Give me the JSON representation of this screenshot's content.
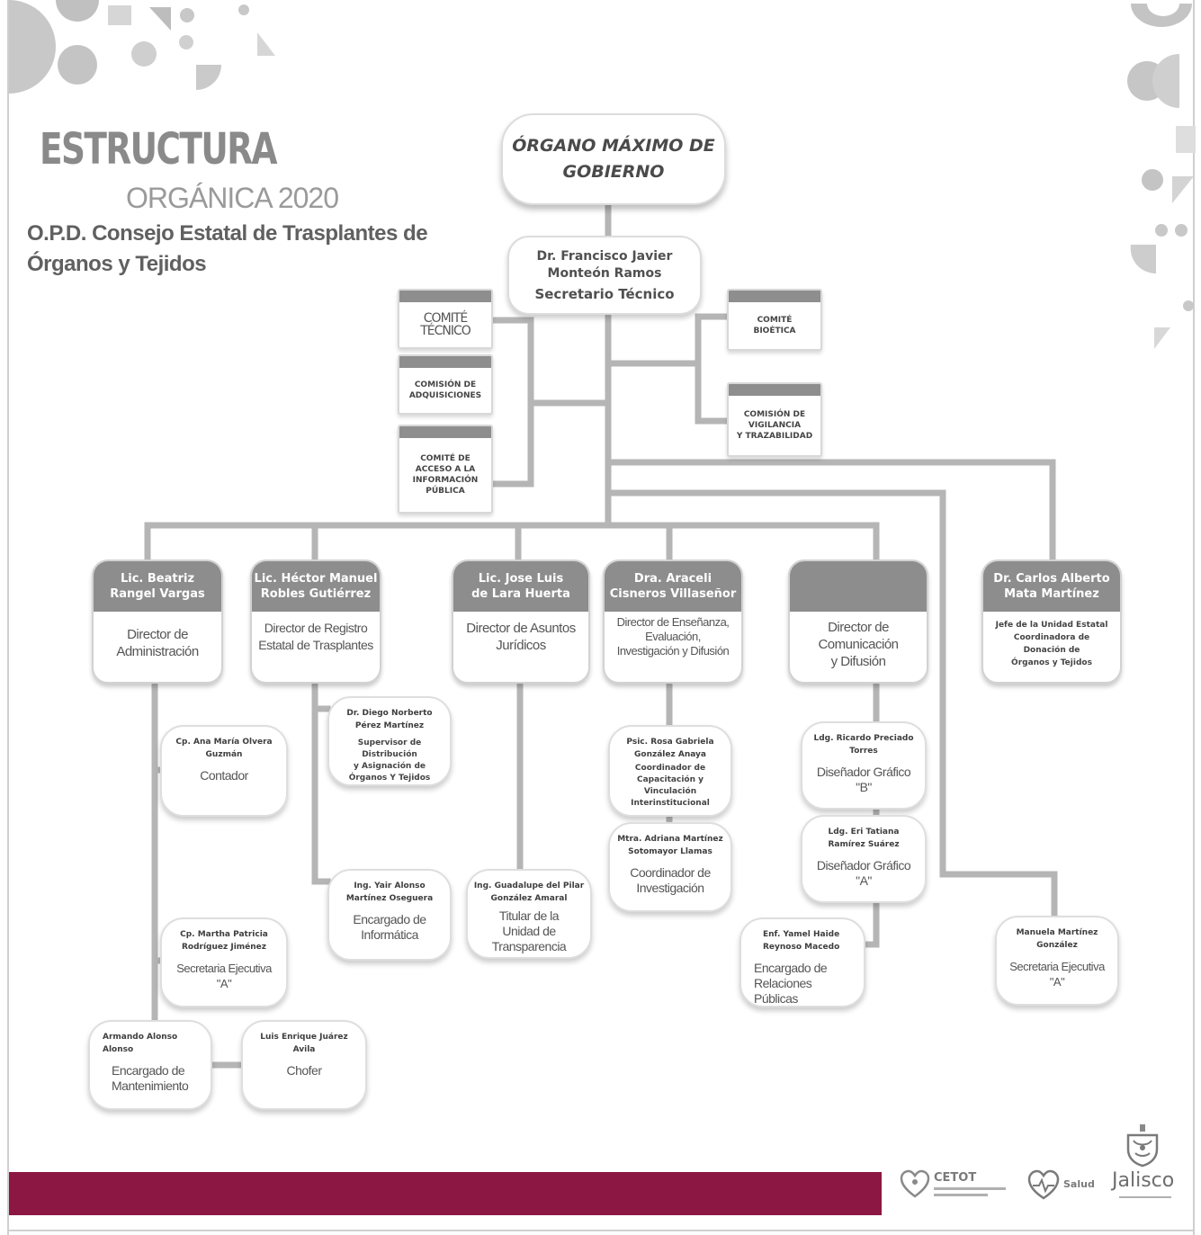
{
  "header": {
    "title_main": "ESTRUCTURA",
    "title_sub": "ORGÁNICA 2020",
    "organization_line1": "O.P.D. Consejo Estatal de Trasplantes de",
    "organization_line2": "Órganos y Tejidos"
  },
  "top": {
    "organo_maximo": "ÓRGANO MÁXIMO DE\nGOBIERNO"
  },
  "secretario": {
    "name": "Dr. Francisco Javier\nMonteón Ramos",
    "role": "Secretario Técnico"
  },
  "committees_left": [
    {
      "label": "COMITÉ\nTÉCNICO"
    },
    {
      "label": "COMISIÓN DE\nADQUISICIONES"
    },
    {
      "label": "COMITÉ DE\nACCESO A LA\nINFORMACIÓN\nPÚBLICA"
    }
  ],
  "committees_right": [
    {
      "label": "COMITÉ\nBIOÉTICA"
    },
    {
      "label": "COMISIÓN DE\nVIGILANCIA\nY TRAZABILIDAD"
    }
  ],
  "directors": [
    {
      "name": "Lic. Beatriz\nRangel Vargas",
      "role": "Director de\nAdministración"
    },
    {
      "name": "Lic. Héctor Manuel\nRobles Gutiérrez",
      "role": "Director de Registro\nEstatal de Trasplantes"
    },
    {
      "name": "Lic. Jose Luis\nde Lara Huerta",
      "role": "Director de Asuntos\nJurídicos"
    },
    {
      "name": "Dra. Araceli\nCisneros Villaseñor",
      "role": "Director de Enseñanza,\nEvaluación,\nInvestigación y Difusión"
    },
    {
      "name": "",
      "role": "Director de\nComunicación\ny Difusión"
    },
    {
      "name": "Dr. Carlos Alberto\nMata Martínez",
      "role": "Jefe de la Unidad Estatal\nCoordinadora de\nDonación de\nÓrganos y Tejidos"
    }
  ],
  "staff": {
    "admin_contador": {
      "name": "Cp. Ana María Olvera\nGuzmán",
      "role": "Contador"
    },
    "admin_secretaria": {
      "name": "Cp. Martha Patricia\nRodríguez Jiménez",
      "role": "Secretaria Ejecutiva\n\"A\""
    },
    "admin_mantenimiento": {
      "name": "Armando Alonso\nAlonso",
      "role": "Encargado de\nMantenimiento"
    },
    "admin_chofer": {
      "name": "Luis Enrique Juárez\nAvila",
      "role": "Chofer"
    },
    "registro_supervisor": {
      "name": "Dr. Diego Norberto\nPérez Martínez",
      "role": "Supervisor de Distribución\ny Asignación de\nÓrganos Y Tejidos"
    },
    "registro_informatica": {
      "name": "Ing. Yair Alonso\nMartínez Oseguera",
      "role": "Encargado de\nInformática"
    },
    "juridico_transparencia": {
      "name": "Ing. Guadalupe del Pilar\nGonzález Amaral",
      "role": "Titular de la\nUnidad de\nTransparencia"
    },
    "ensenanza_capacitacion": {
      "name": "Psic. Rosa Gabriela\nGonzález Anaya",
      "role": "Coordinador de\nCapacitación y\nVinculación\nInterinstitucional"
    },
    "ensenanza_investigacion": {
      "name": "Mtra. Adriana Martínez\nSotomayor Llamas",
      "role": "Coordinador de\nInvestigación"
    },
    "comunicacion_disenador_b": {
      "name": "Ldg. Ricardo Preciado\nTorres",
      "role": "Diseñador Gráfico\n\"B\""
    },
    "comunicacion_disenador_a": {
      "name": "Ldg. Eri Tatiana\nRamírez Suárez",
      "role": "Diseñador Gráfico\n\"A\""
    },
    "comunicacion_relaciones": {
      "name": "Enf. Yamel Haide\nReynoso Macedo",
      "role": "Encargado de\nRelaciones\nPúblicas"
    },
    "coordinadora_secretaria": {
      "name": "Manuela Martínez\nGonzález",
      "role": "Secretaria Ejecutiva\n\"A\""
    }
  },
  "footer": {
    "cetot": "CETOT",
    "salud": "Salud",
    "jalisco": "Jalisco"
  },
  "colors": {
    "connector": "#b5b5b5",
    "header_fill": "#8d8d8d",
    "footer_bar": "#8c1742",
    "title_gray": "#8a8a8a"
  }
}
